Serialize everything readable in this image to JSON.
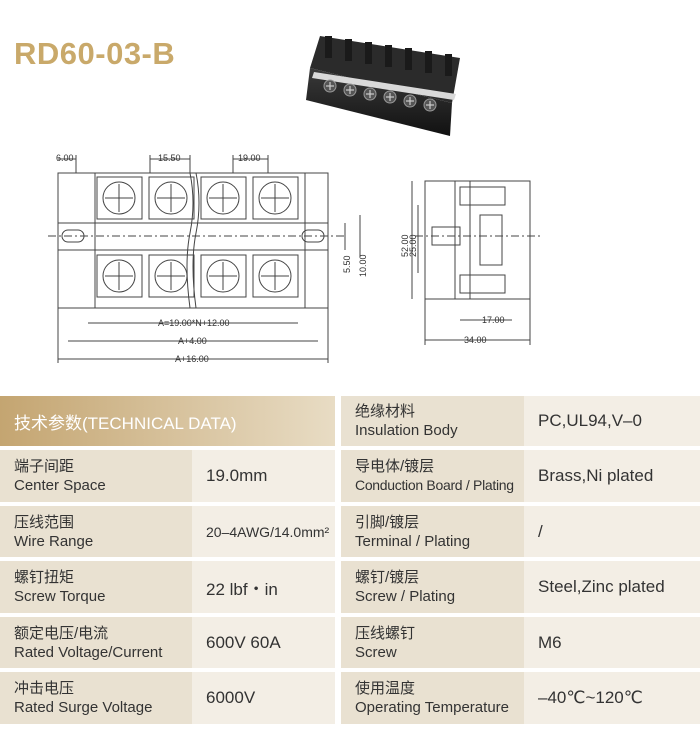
{
  "product": {
    "title": "RD60-03-B"
  },
  "dimensions": {
    "top": [
      "6.00",
      "15.50",
      "19.00"
    ],
    "bottom": [
      "A=19.00*N+12.00",
      "A+4.00",
      "A+16.00"
    ],
    "right_vertical": [
      "5.50",
      "10.00"
    ],
    "side_vertical": [
      "52.00",
      "25.00"
    ],
    "side_bottom": [
      "17.00",
      "34.00"
    ]
  },
  "table": {
    "header_left": "技术参数(TECHNICAL DATA)",
    "header_right": {
      "zh": "绝缘材料",
      "en": "Insulation Body",
      "value": "PC,UL94,V–0"
    },
    "rows": [
      {
        "left": {
          "zh": "端子间距",
          "en": "Center Space",
          "value": "19.0mm"
        },
        "right": {
          "zh": "导电体/镀层",
          "en": "Conduction Board / Plating",
          "value": "Brass,Ni plated"
        }
      },
      {
        "left": {
          "zh": "压线范围",
          "en": "Wire Range",
          "value": "20–4AWG/14.0mm²"
        },
        "right": {
          "zh": "引脚/镀层",
          "en": "Terminal / Plating",
          "value": "/"
        }
      },
      {
        "left": {
          "zh": "螺钉扭矩",
          "en": "Screw Torque",
          "value": "22 lbf・in"
        },
        "right": {
          "zh": "螺钉/镀层",
          "en": "Screw / Plating",
          "value": "Steel,Zinc plated"
        }
      },
      {
        "left": {
          "zh": "额定电压/电流",
          "en": "Rated Voltage/Current",
          "value": "600V 60A"
        },
        "right": {
          "zh": "压线螺钉",
          "en": "Screw",
          "value": "M6"
        }
      },
      {
        "left": {
          "zh": "冲击电压",
          "en": "Rated Surge Voltage",
          "value": "6000V"
        },
        "right": {
          "zh": "使用温度",
          "en": "Operating Temperature",
          "value": "–40℃~120℃"
        }
      }
    ]
  },
  "colors": {
    "accent": "#c9a96a",
    "label_bg": "#e9e1d1",
    "value_bg": "#f3eee5"
  }
}
